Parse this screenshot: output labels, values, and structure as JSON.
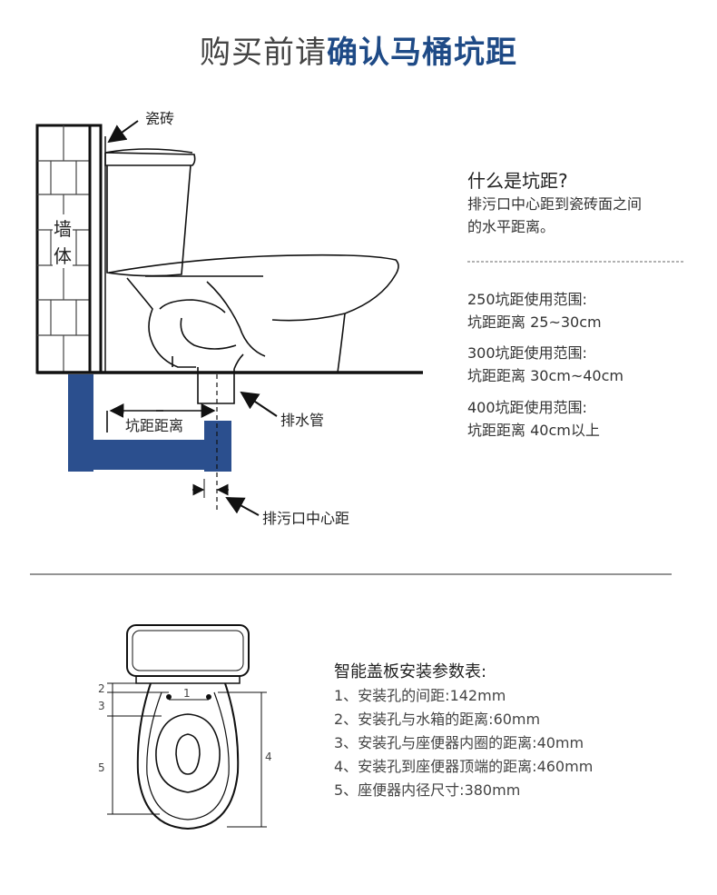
{
  "header": {
    "title_light": "购买前请",
    "title_bold": "确认马桶坑距"
  },
  "diagram": {
    "tile_label": "瓷砖",
    "wall_label_1": "墙",
    "wall_label_2": "体",
    "pit_distance_label": "坑距距离",
    "drain_pipe_label": "排水管",
    "outlet_center_label": "排污口中心距"
  },
  "definition": {
    "question": "什么是坑距?",
    "answer_line1": "排污口中心距到瓷砖面之间",
    "answer_line2": "的水平距离。"
  },
  "ranges": [
    {
      "title": "250坑距使用范围:",
      "value": "坑距距离 25~30cm"
    },
    {
      "title": "300坑距使用范围:",
      "value": "坑距距离 30cm~40cm"
    },
    {
      "title": "400坑距使用范围:",
      "value": "坑距距离 40cm以上"
    }
  ],
  "seat": {
    "dims": {
      "d1": "1",
      "d2": "2",
      "d3": "3",
      "d4": "4",
      "d5": "5"
    },
    "params_title": "智能盖板安装参数表:",
    "params": [
      "1、安装孔的间距:142mm",
      "2、安装孔与水箱的距离:60mm",
      "3、安装孔与座便器内圈的距离:40mm",
      "4、安装孔到座便器顶端的距离:460mm",
      "5、座便器内径尺寸:380mm"
    ]
  },
  "colors": {
    "accent": "#1e4a86",
    "pipe": "#2b4f8e"
  }
}
